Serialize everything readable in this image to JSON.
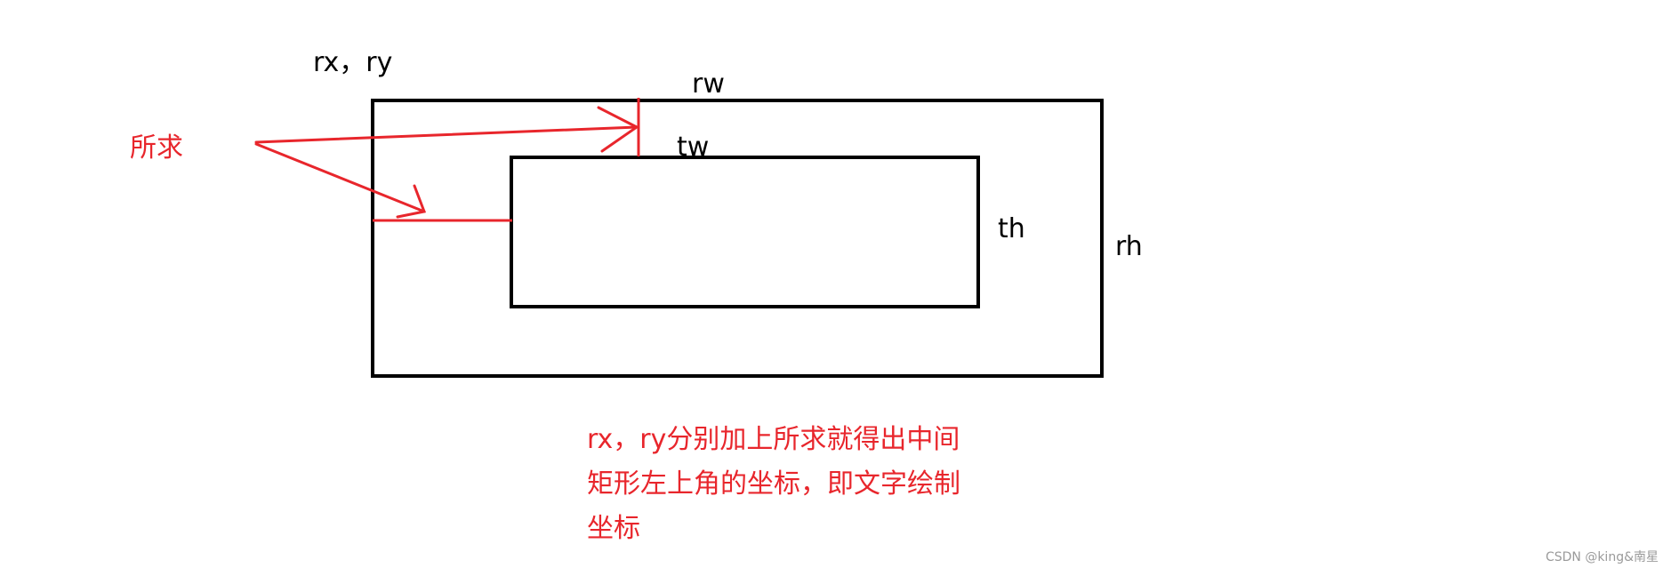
{
  "labels": {
    "rx_ry": "rx，ry",
    "rw": "rw",
    "tw": "tw",
    "th": "th",
    "rh": "rh",
    "suoqiu": "所求"
  },
  "note": {
    "line1": "rx，ry分别加上所求就得出中间",
    "line2": "矩形左上角的坐标，即文字绘制",
    "line3": "坐标"
  },
  "watermark": "CSDN @king&南星",
  "colors": {
    "outline": "#000000",
    "annotation": "#e8262c",
    "background": "#ffffff",
    "watermark": "#9a9a9a"
  }
}
